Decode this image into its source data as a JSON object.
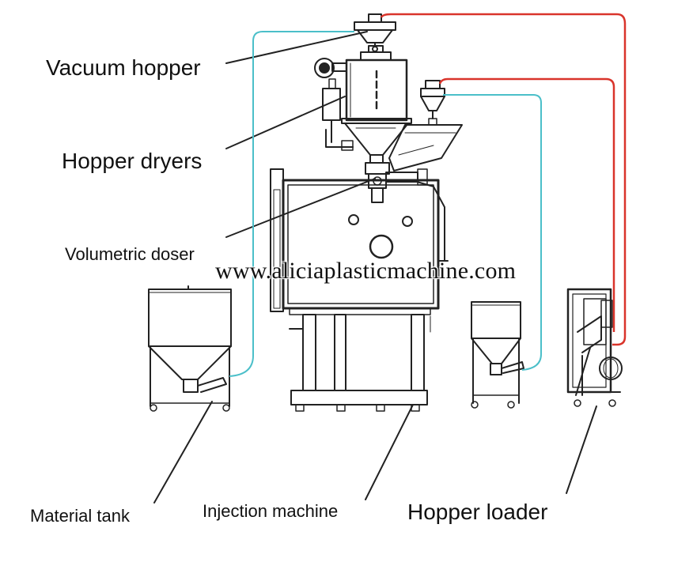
{
  "labels": {
    "vacuum_hopper": "Vacuum hopper",
    "hopper_dryers": "Hopper dryers",
    "volumetric_doser": "Volumetric doser",
    "material_tank": "Material tank",
    "injection_machine": "Injection machine",
    "hopper_loader": "Hopper loader"
  },
  "watermark": "www.aliciaplasticmachine.com",
  "colors": {
    "vacuum_line": "#d9342b",
    "material_line": "#4bbfc9",
    "outline": "#222222"
  }
}
